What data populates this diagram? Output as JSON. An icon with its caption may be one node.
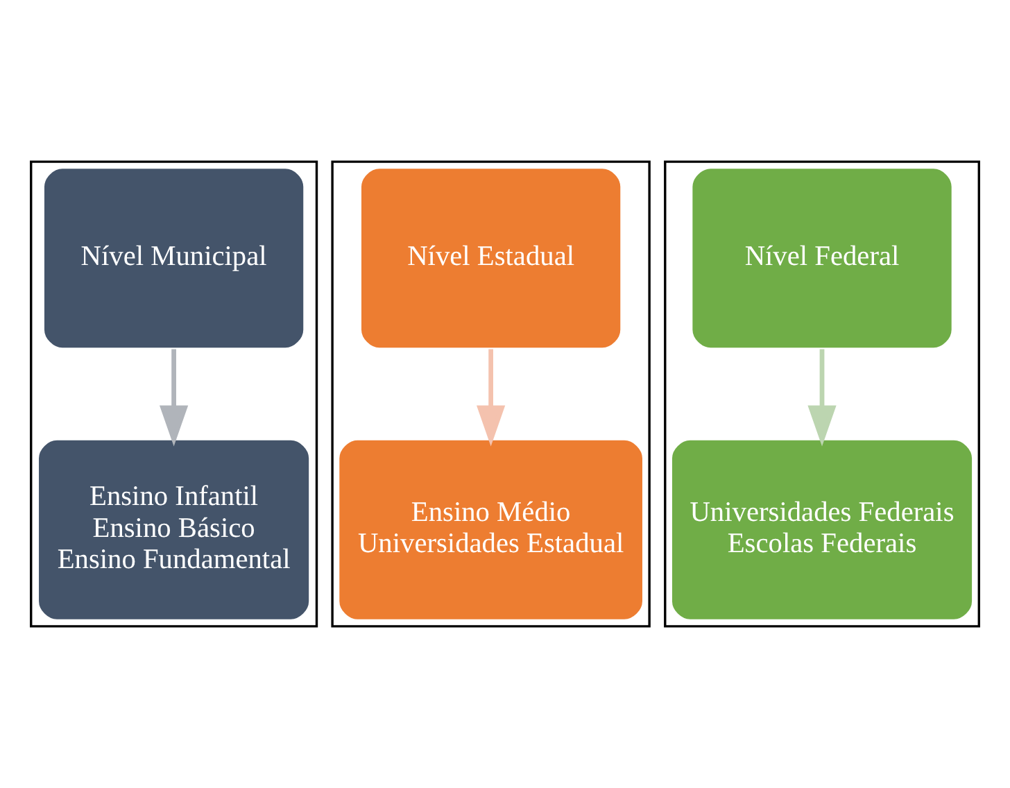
{
  "diagram": {
    "nodes": [
      {
        "text": [],
        "shape": "box"
      },
      {
        "text": [
          "Nível Municipal"
        ],
        "in": 0
      },
      {
        "text": [
          "Ensino Infantil",
          "Ensino Básico",
          "Ensino Fundamental"
        ],
        "in": 0
      },
      {
        "text": [],
        "shape": "box"
      },
      {
        "text": [
          "Nível Estadual"
        ],
        "in": 3
      },
      {
        "text": [
          "Ensino Médio",
          "Universidades Estadual"
        ],
        "in": 3
      },
      {
        "text": [],
        "shape": "box"
      },
      {
        "text": [
          "Nível Federal"
        ],
        "in": 6
      },
      {
        "text": [
          "Universidades Federais",
          "Escolas Federais"
        ],
        "in": 6
      }
    ],
    "edges": [
      {
        "from": 1,
        "to": 2,
        "arrow": "to",
        "color": "#b0b4ba"
      },
      {
        "from": 4,
        "to": 5,
        "arrow": "to",
        "color": "#f4c2ae"
      },
      {
        "from": 7,
        "to": 8,
        "arrow": "to",
        "color": "#bcd5b0"
      }
    ]
  }
}
